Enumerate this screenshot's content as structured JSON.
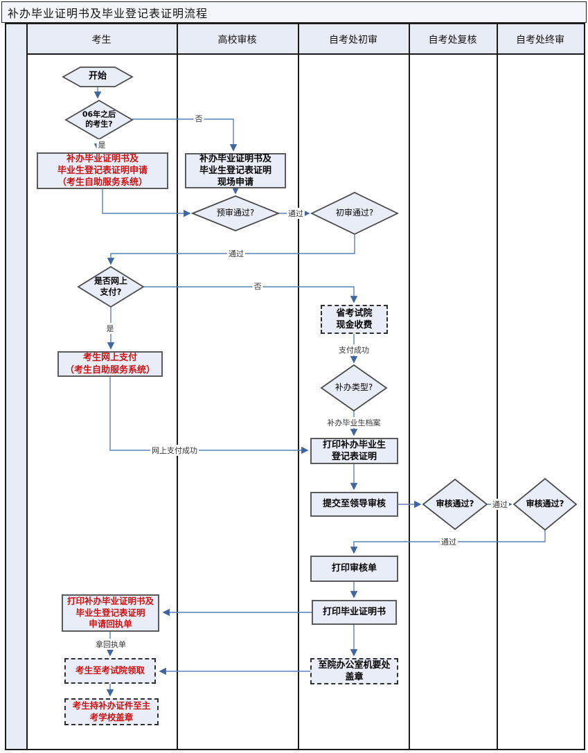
{
  "title": "补办毕业证明书及毕业登记表证明流程",
  "lanes": [
    "考生",
    "高校审核",
    "自考处初审",
    "自考处复核",
    "自考处终审"
  ],
  "nodes": {
    "start": "开始",
    "q_after06": "06年之后\n的考生?",
    "apply_online": "补办毕业证明书及\n毕业生登记表证明申请\n（考生自助服务系统）",
    "apply_onsite": "补办毕业证明书及\n毕业生登记表证明\n现场申请",
    "q_pre_check": "预审通过?",
    "q_first_check": "初审通过?",
    "q_online_pay": "是否网上\n支付?",
    "pay_online": "考生网上支付\n（考生自助服务系统）",
    "cash_pay": "省考试院\n现金收费",
    "q_reissue_type": "补办类型?",
    "print_reg_cert": "打印补办毕业生\n登记表证明",
    "submit_leader": "提交至领导审核",
    "q_review1": "审核通过?",
    "q_review2": "审核通过?",
    "print_audit_form": "打印审核单",
    "print_grad_cert": "打印毕业证明书",
    "office_seal": "至院办公室机要处\n盖章",
    "print_receipt": "打印补办毕业证明书及\n毕业生登记表证明\n申请回执单",
    "collect_cert": "考生至考试院领取",
    "school_seal": "考生持补办证件至主\n考学校盖章"
  },
  "edge_labels": {
    "no1": "否",
    "yes1": "是",
    "pass1": "通过",
    "pass2": "通过",
    "yes2": "是",
    "no2": "否",
    "pay_success": "支付成功",
    "reissue_archive": "补办毕业生档案",
    "online_pay_success": "网上支付成功",
    "pass3": "通过",
    "pass4": "通过",
    "take_receipt": "拿回执单"
  },
  "colors": {
    "accent_red": "#cc1111",
    "line_blue": "#5b80b6",
    "arrow_blue": "#3f66a0",
    "shape_fill": "#e8edf7",
    "lane_header_fill": "#e7ebf4",
    "border_dark": "#1a1a1a"
  }
}
